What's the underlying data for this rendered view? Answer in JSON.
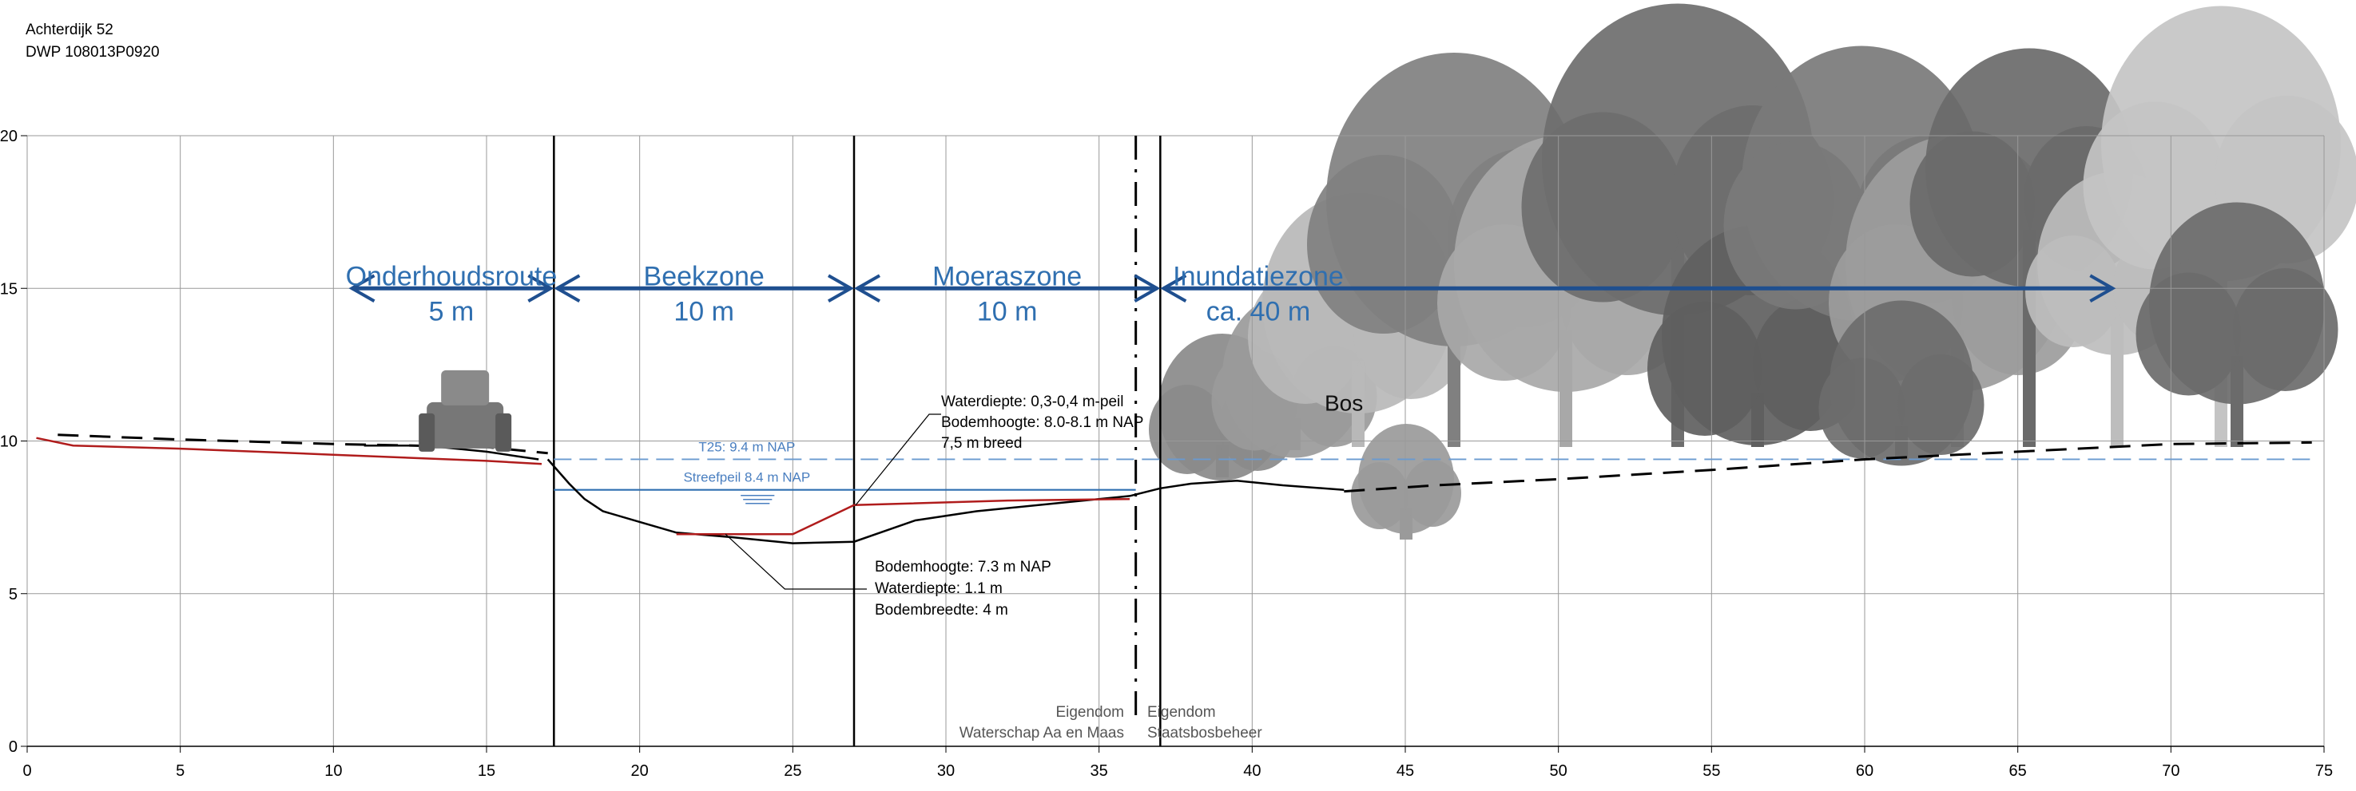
{
  "header": {
    "line1": "Achterdijk 52",
    "line2": "DWP 108013P0920"
  },
  "axes": {
    "x_ticks": [
      "0",
      "5",
      "10",
      "15",
      "20",
      "25",
      "30",
      "35",
      "40",
      "45",
      "50",
      "55",
      "60",
      "65",
      "70",
      "75"
    ],
    "y_ticks": [
      "20",
      "15",
      "10",
      "5",
      "0"
    ],
    "xlim": [
      0,
      75
    ],
    "ylim": [
      0,
      20
    ]
  },
  "zones": [
    {
      "name": "Onderhoudsroute",
      "width": "5 m"
    },
    {
      "name": "Beekzone",
      "width": "10 m"
    },
    {
      "name": "Moeraszone",
      "width": "10 m"
    },
    {
      "name": "Inundatiezone",
      "width": "ca. 40 m"
    }
  ],
  "levels": {
    "t25": "T25: 9.4 m NAP",
    "t25_value": 9.4,
    "streefpeil": "Streefpeil 8.4 m NAP",
    "streefpeil_value": 8.4
  },
  "annotation_upper": [
    "Waterdiepte: 0,3-0,4 m-peil",
    "Bodemhoogte:  8.0-8.1 m NAP",
    "7,5 m breed"
  ],
  "annotation_lower": [
    "Bodemhoogte: 7.3 m NAP",
    "Waterdiepte: 1.1 m",
    "Bodembreedte: 4 m"
  ],
  "ownership": {
    "left_line1": "Eigendom",
    "left_line2": "Waterschap Aa en Maas",
    "right_line1": "Eigendom",
    "right_line2": "Staatsbosbeheer"
  },
  "bos_label": "Bos",
  "zone_boundaries_x": [
    17.2,
    27,
    37
  ],
  "ownership_boundary_x": 36.2,
  "profiles": {
    "existing_black": [
      [
        17.0,
        9.4
      ],
      [
        17.7,
        8.6
      ],
      [
        18.2,
        8.1
      ],
      [
        18.8,
        7.7
      ],
      [
        20,
        7.35
      ],
      [
        21.2,
        7.0
      ],
      [
        23,
        6.85
      ],
      [
        25,
        6.65
      ],
      [
        27,
        6.7
      ],
      [
        29,
        7.4
      ],
      [
        31,
        7.7
      ],
      [
        34,
        8.0
      ],
      [
        36,
        8.2
      ],
      [
        37,
        8.45
      ],
      [
        38,
        8.6
      ],
      [
        39.5,
        8.7
      ],
      [
        41,
        8.55
      ],
      [
        43,
        8.4
      ]
    ],
    "existing_black_left": [
      [
        11,
        9.85
      ],
      [
        13,
        9.85
      ],
      [
        15,
        9.65
      ],
      [
        16,
        9.5
      ],
      [
        16.7,
        9.4
      ]
    ],
    "new_red": [
      [
        0.3,
        10.1
      ],
      [
        1.5,
        9.85
      ],
      [
        5,
        9.75
      ],
      [
        10,
        9.55
      ],
      [
        15,
        9.35
      ],
      [
        16.8,
        9.25
      ]
    ],
    "new_red_channel": [
      [
        21.2,
        6.95
      ],
      [
        25,
        6.95
      ],
      [
        27,
        7.9
      ],
      [
        32,
        8.05
      ],
      [
        36,
        8.1
      ]
    ],
    "dashed_ground": [
      [
        1,
        10.2
      ],
      [
        5,
        10.05
      ],
      [
        10,
        9.9
      ],
      [
        15,
        9.8
      ],
      [
        17,
        9.6
      ]
    ],
    "dashed_ground_right": [
      [
        43,
        8.35
      ],
      [
        46,
        8.55
      ],
      [
        50,
        8.75
      ],
      [
        55,
        9.05
      ],
      [
        60,
        9.4
      ],
      [
        65,
        9.65
      ],
      [
        70,
        9.9
      ],
      [
        74.6,
        9.95
      ]
    ]
  },
  "colors": {
    "zone_blue": "#2f6fb0",
    "arrow_blue": "#1f4f8f",
    "red_profile": "#b01c1c",
    "level_blue": "#4a7fc0"
  }
}
